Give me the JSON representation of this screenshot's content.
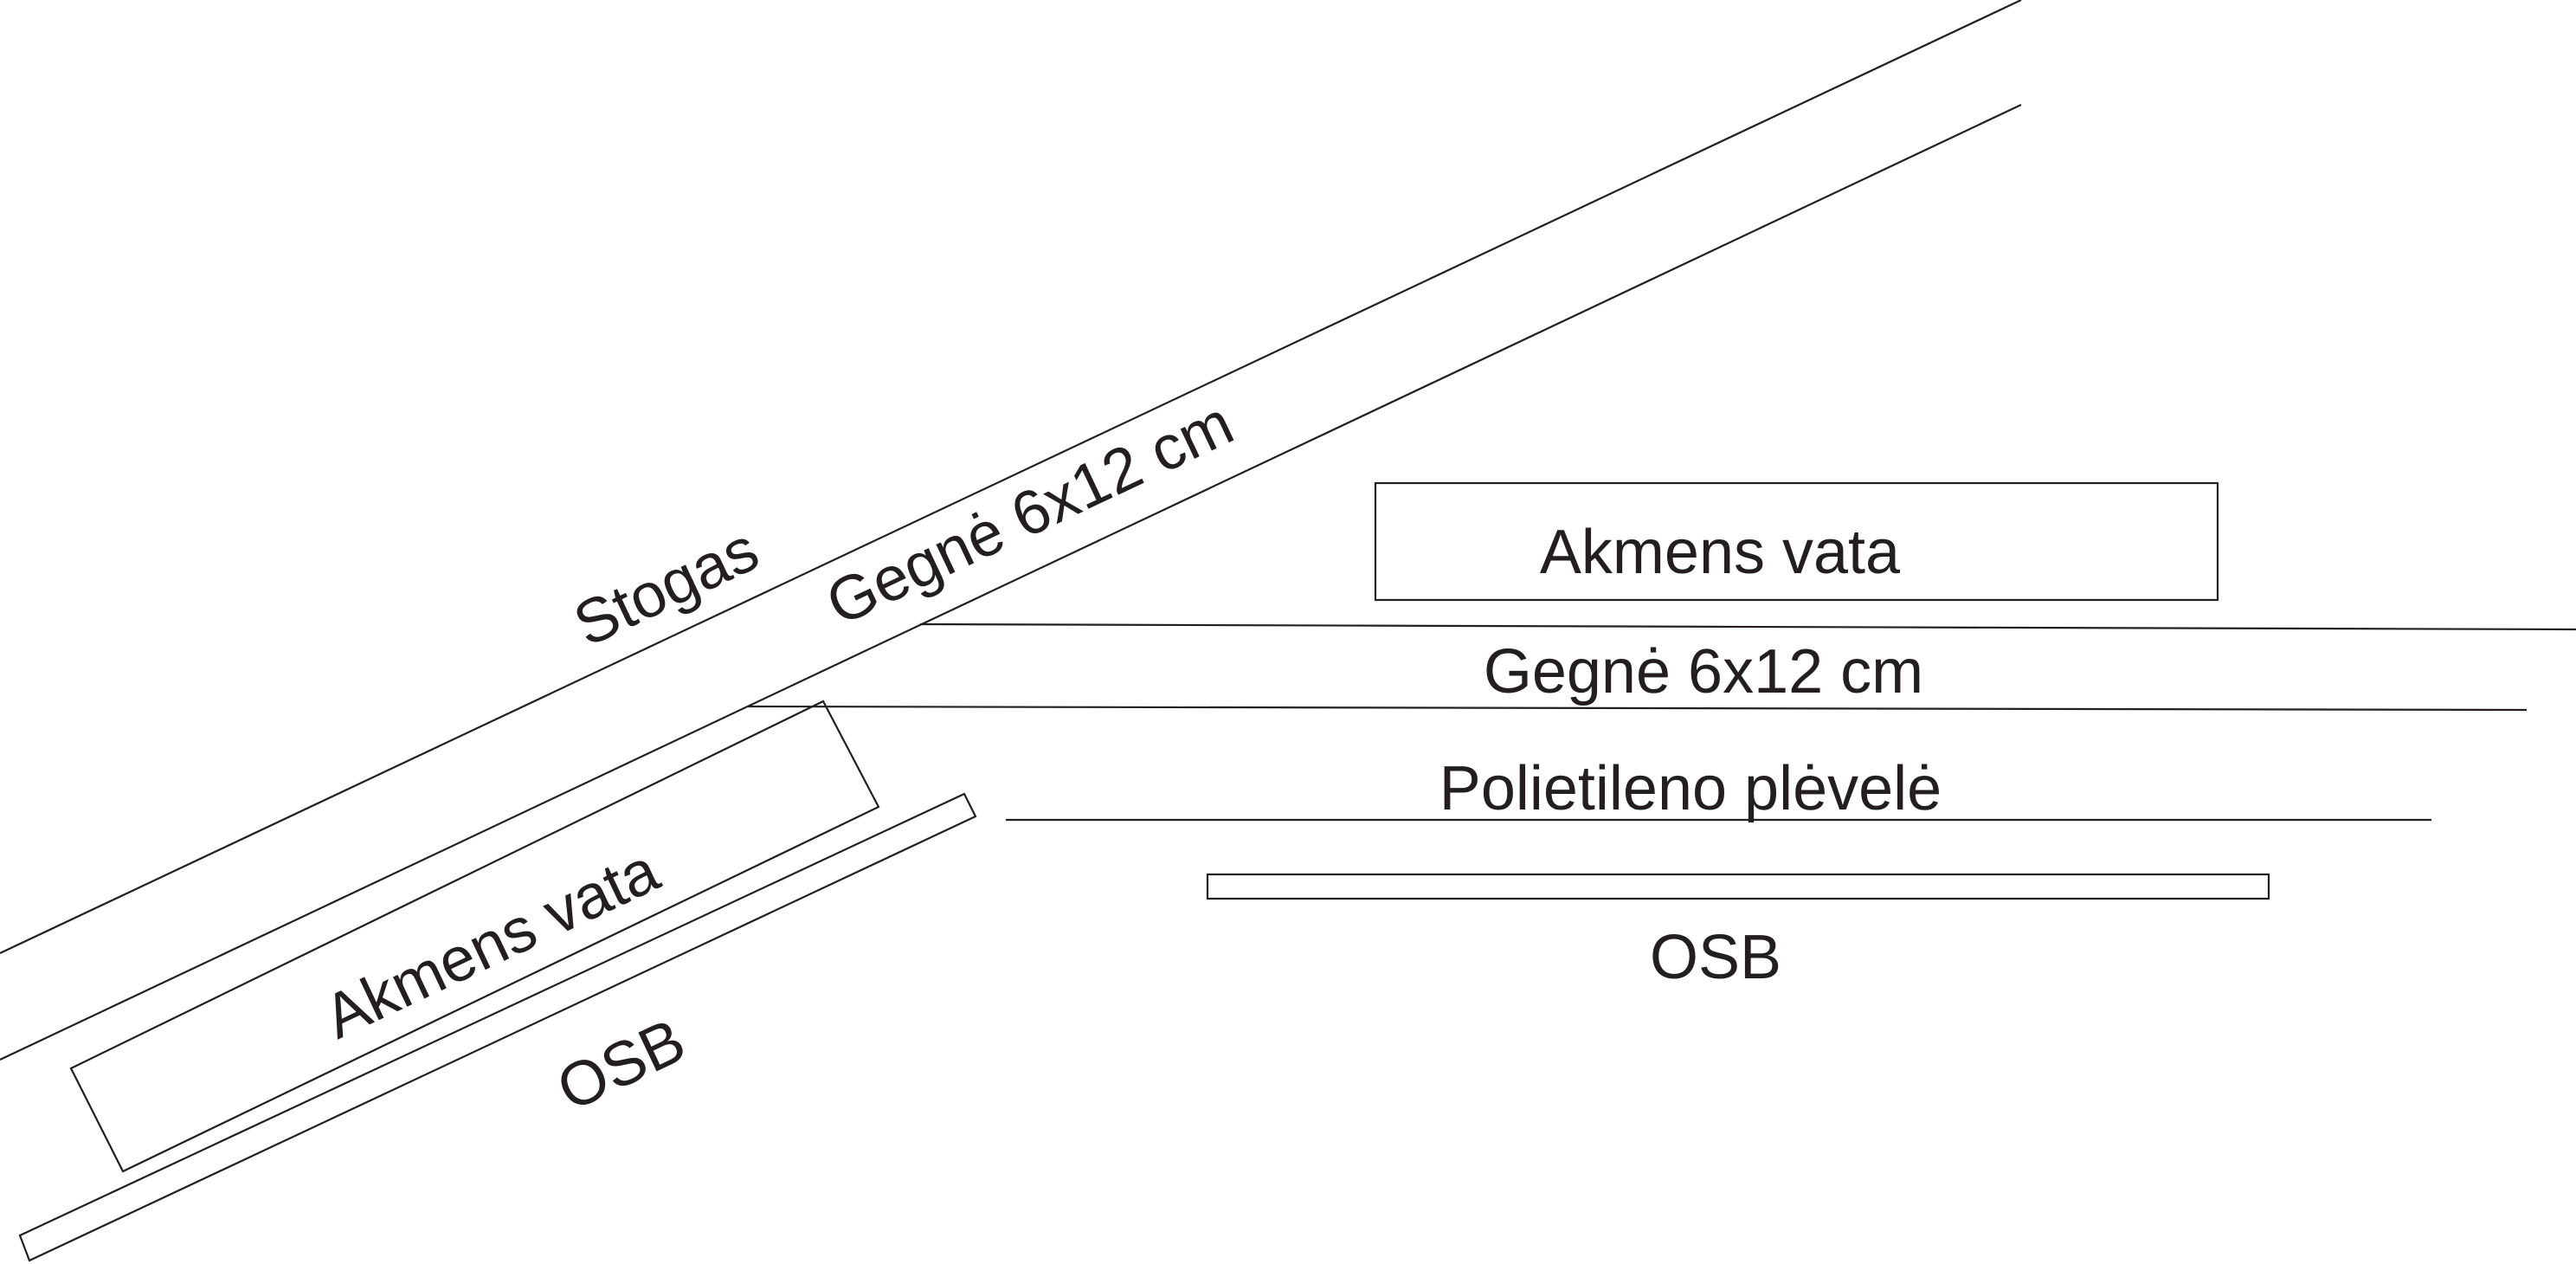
{
  "diagram": {
    "title": "Roof insulation cross-section",
    "colors": {
      "stroke": "#231f20",
      "background": "#ffffff"
    },
    "sloped_section": {
      "labels": {
        "roof": "Stogas",
        "rafter": "Gegnė 6x12 cm",
        "insulation": "Akmens vata",
        "osb": "OSB"
      }
    },
    "horizontal_section": {
      "labels": {
        "insulation": "Akmens vata",
        "rafter": "Gegnė 6x12 cm",
        "vapor_barrier": "Polietileno plėvelė",
        "osb": "OSB"
      }
    }
  }
}
